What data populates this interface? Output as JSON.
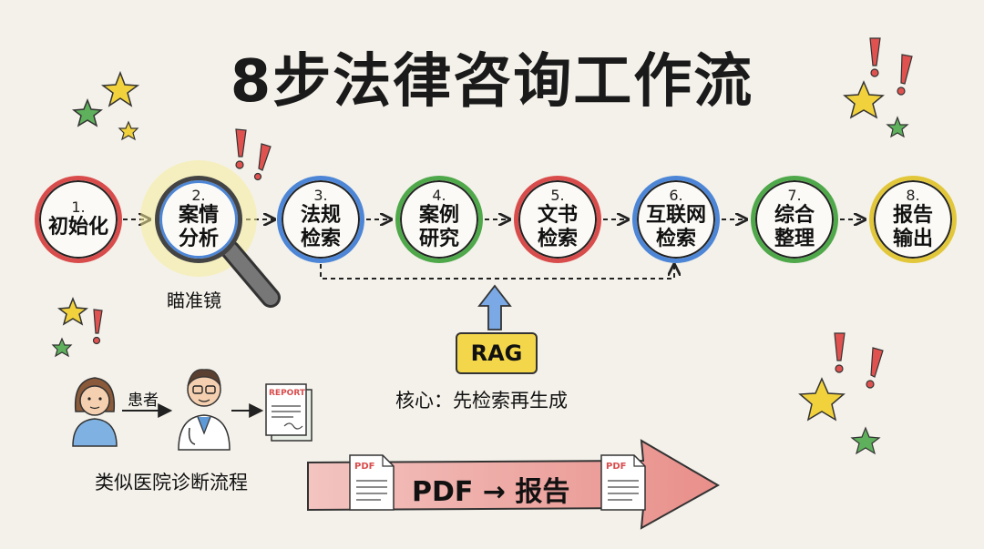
{
  "title": "8步法律咨询工作流",
  "steps": [
    {
      "num": "1.",
      "label": "初始化",
      "color": "#d94c4c"
    },
    {
      "num": "2.",
      "label": "案情\n分析",
      "color": "#4d86d6"
    },
    {
      "num": "3.",
      "label": "法规\n检索",
      "color": "#4d86d6"
    },
    {
      "num": "4.",
      "label": "案例\n研究",
      "color": "#4fa84a"
    },
    {
      "num": "5.",
      "label": "文书\n检索",
      "color": "#d94c4c"
    },
    {
      "num": "6.",
      "label": "互联网\n检索",
      "color": "#4d86d6"
    },
    {
      "num": "7.",
      "label": "综合\n整理",
      "color": "#4fa84a"
    },
    {
      "num": "8.",
      "label": "报告\n输出",
      "color": "#e2c73a"
    }
  ],
  "magnifier_label": "瞄准镜",
  "rag": {
    "label": "RAG",
    "caption": "核心：先检索再生成"
  },
  "analogy": {
    "arrow_label": "患者",
    "report_label": "REPORT",
    "caption": "类似医院诊断流程"
  },
  "pdf_flow": {
    "doc_label": "PDF",
    "text": "PDF → 报告"
  },
  "icons": [
    "star-icon",
    "exclamation-icon",
    "magnifier-icon",
    "patient-icon",
    "doctor-icon",
    "report-icon",
    "pdf-icon"
  ],
  "colors": {
    "red": "#d94c4c",
    "blue": "#4d86d6",
    "green": "#4fa84a",
    "yellow": "#e2c73a",
    "background": "#f4f1ea"
  }
}
